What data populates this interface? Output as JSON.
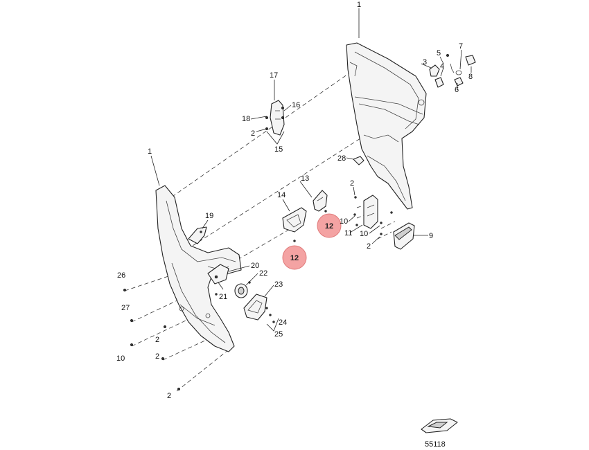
{
  "callouts": {
    "c1_top": "1",
    "c1_left": "1",
    "c2_a": "2",
    "c2_b": "2",
    "c2_c": "2",
    "c2_d": "2",
    "c2_e": "2",
    "c2_f": "2",
    "c3": "3",
    "c4": "4",
    "c5": "5",
    "c6": "6",
    "c7": "7",
    "c8": "8",
    "c9": "9",
    "c10_a": "10",
    "c10_b": "10",
    "c10_c": "10",
    "c11": "11",
    "c13": "13",
    "c14": "14",
    "c15": "15",
    "c16": "16",
    "c17": "17",
    "c18": "18",
    "c19": "19",
    "c20": "20",
    "c21": "21",
    "c22": "22",
    "c23": "23",
    "c24": "24",
    "c25": "25",
    "c26": "26",
    "c27": "27",
    "c28": "28"
  },
  "highlighted": {
    "badge_a": "12",
    "badge_b": "12",
    "color": "#f4a3a3",
    "stroke": "#e07a7a"
  },
  "figure_id": "55118"
}
